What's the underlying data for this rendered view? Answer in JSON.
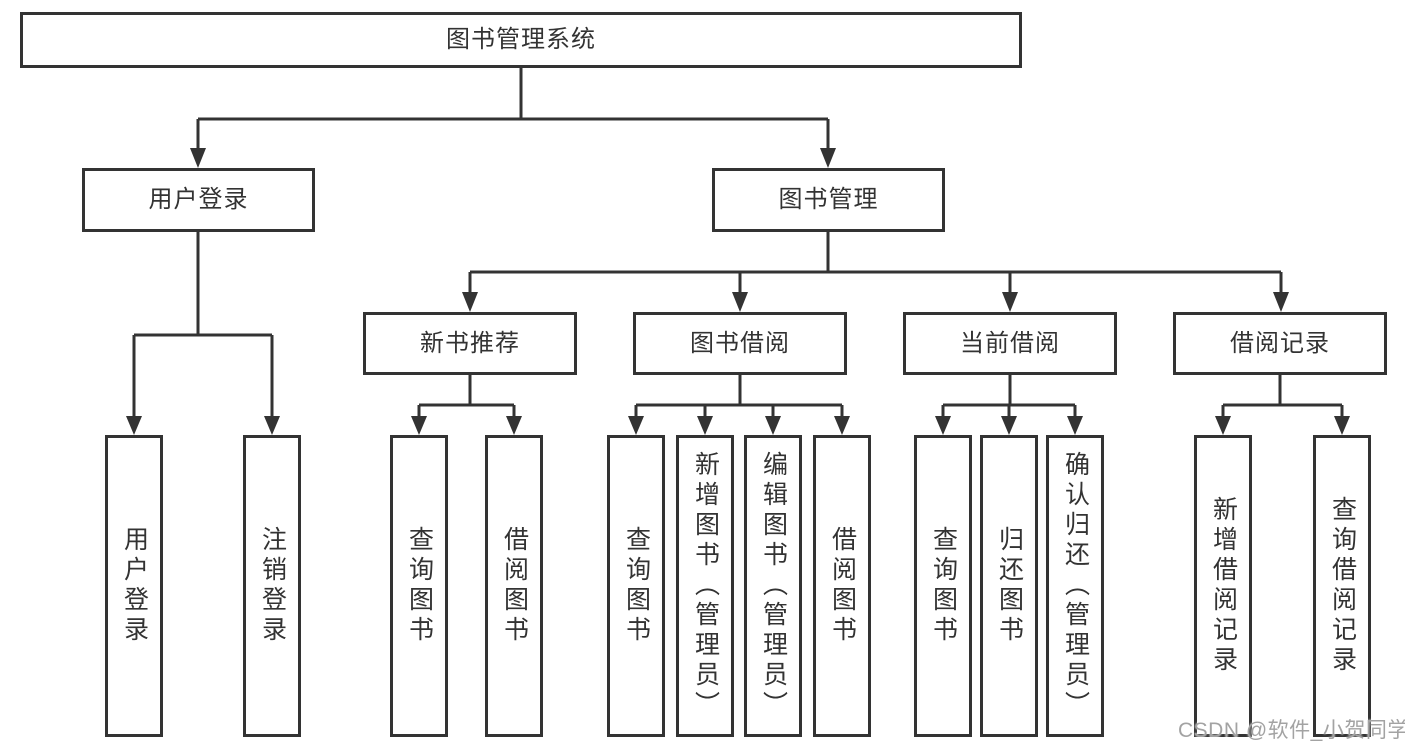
{
  "tree": {
    "label": "图书管理系统",
    "children": [
      {
        "label": "用户登录",
        "children": [
          {
            "label": "用户登录"
          },
          {
            "label": "注销登录"
          }
        ]
      },
      {
        "label": "图书管理",
        "children": [
          {
            "label": "新书推荐",
            "children": [
              {
                "label": "查询图书"
              },
              {
                "label": "借阅图书"
              }
            ]
          },
          {
            "label": "图书借阅",
            "children": [
              {
                "label": "查询图书"
              },
              {
                "label": "新增图书（管理员）"
              },
              {
                "label": "编辑图书（管理员）"
              },
              {
                "label": "借阅图书"
              }
            ]
          },
          {
            "label": "当前借阅",
            "children": [
              {
                "label": "查询图书"
              },
              {
                "label": "归还图书"
              },
              {
                "label": "确认归还（管理员）"
              }
            ]
          },
          {
            "label": "借阅记录",
            "children": [
              {
                "label": "新增借阅记录"
              },
              {
                "label": "查询借阅记录"
              }
            ]
          }
        ]
      }
    ]
  },
  "watermark": {
    "text": "CSDN @软件_小贺同学"
  },
  "colors": {
    "line": "#333333",
    "text": "#333333",
    "background": "#ffffff",
    "watermark": "#a3a3a3"
  }
}
